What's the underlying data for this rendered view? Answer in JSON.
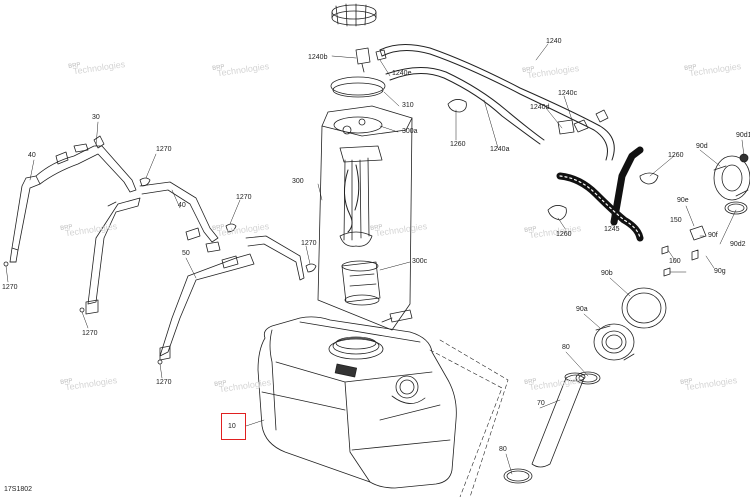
{
  "diagram": {
    "document_code": "17S1802",
    "watermark": {
      "line1": "BRP",
      "line2": "Technologies"
    },
    "highlighted_callout": "10",
    "highlight_color": "#e02020",
    "callouts": [
      "10",
      "30",
      "40",
      "40",
      "50",
      "70",
      "80",
      "80",
      "90a",
      "90b",
      "90d",
      "90d1",
      "90d2",
      "90e",
      "90f",
      "90g",
      "100",
      "150",
      "300",
      "300a",
      "300c",
      "310",
      "1240",
      "1240a",
      "1240b",
      "1240c",
      "1240d",
      "1240e",
      "1245",
      "1260",
      "1260",
      "1260",
      "1270",
      "1270",
      "1270",
      "1270",
      "1270",
      "1270"
    ]
  }
}
